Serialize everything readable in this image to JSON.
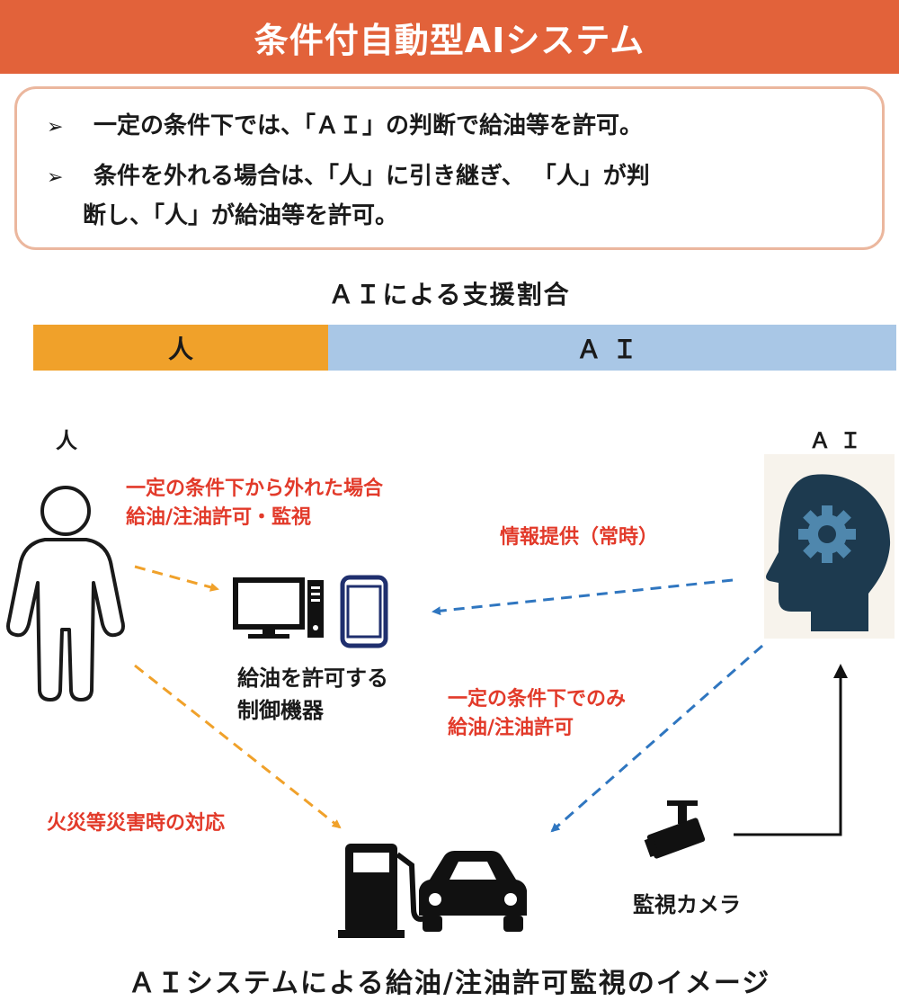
{
  "title": "条件付自動型AIシステム",
  "summary": {
    "bullet_mark": "➢",
    "bullet_1": "一定の条件下では、「ＡＩ」の判断で給油等を許可。",
    "bullet_2_line_1": "条件を外れる場合は、「人」に引き継ぎ、 「人」が判",
    "bullet_2_line_2": "断し、「人」が給油等を許可。"
  },
  "ratio": {
    "title": "ＡＩによる支援割合",
    "human_label": "人",
    "ai_label": "ＡＩ",
    "human_share": 0.342,
    "human_color": "#f0a12a",
    "ai_color": "#a9c7e6"
  },
  "diagram": {
    "human_label": "人",
    "ai_label": "ＡＩ",
    "human_condition": [
      "一定の条件下から外れた場合",
      "給油/注油許可・監視"
    ],
    "info_label": "情報提供（常時）",
    "ai_condition": [
      "一定の条件下でのみ",
      "給油/注油許可"
    ],
    "disaster_label": "火災等災害時の対応",
    "device_label": [
      "給油を許可する",
      "制御機器"
    ],
    "camera_label": "監視カメラ",
    "icons": [
      "person-icon",
      "ai-head-icon",
      "gear-icon",
      "monitor-icon",
      "tablet-icon",
      "fuel-pump-icon",
      "car-icon",
      "camera-icon"
    ],
    "colors": {
      "title_bg": "#e2623a",
      "red_text": "#e23a2a",
      "orange_arrow": "#f0a12a",
      "blue_arrow": "#2f76c0",
      "ai_head": "#1d3a4f",
      "ai_gear": "#4f87ad"
    }
  },
  "caption": "ＡＩシステムによる給油/注油許可監視のイメージ"
}
